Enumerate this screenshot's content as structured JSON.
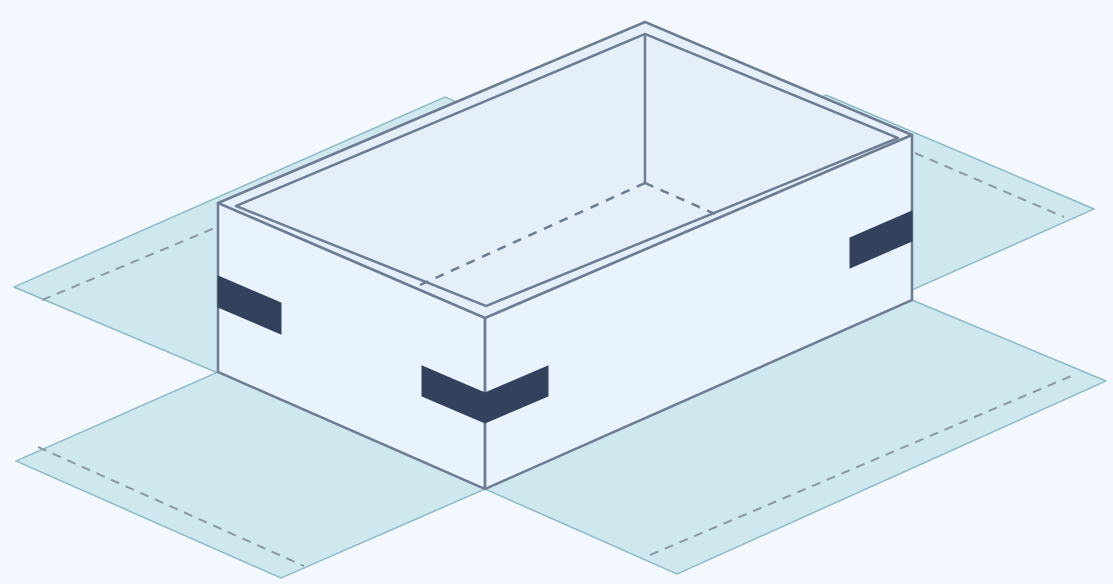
{
  "diagram": {
    "subject": "open-box-with-folded-flaps-and-corner-tape",
    "colors": {
      "background": "#f2f8fd",
      "flap_fill": "#cfe7ef",
      "flap_stroke": "#8fb9c6",
      "fold_line": "#8a9aa4",
      "box_fill": "#e9f3fd",
      "box_inner_fill": "#e4effa",
      "box_stroke": "#6e7c92",
      "tape": "#33415c"
    },
    "flaps": [
      "back-left",
      "back-right",
      "front-left",
      "front-right"
    ],
    "tape_strips": [
      "left",
      "center-corner",
      "right"
    ]
  }
}
